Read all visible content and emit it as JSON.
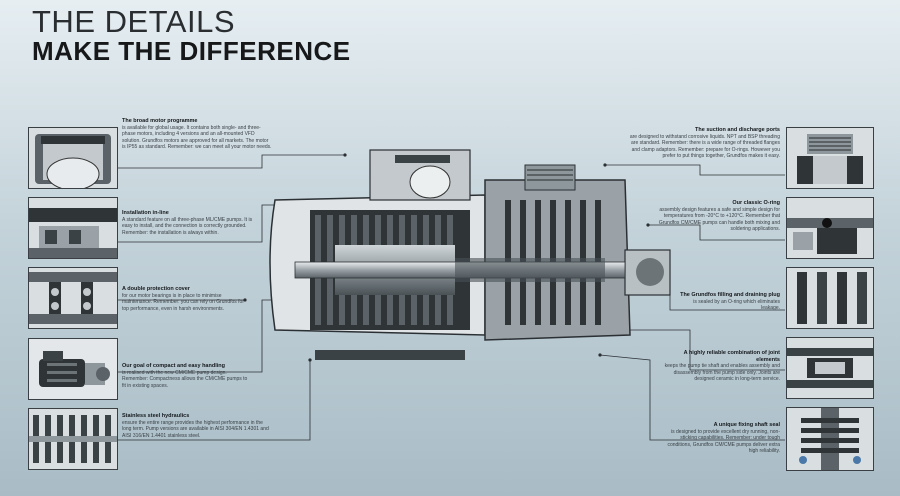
{
  "header": {
    "title_line1": "THE DETAILS",
    "title_line2": "MAKE THE DIFFERENCE"
  },
  "features_left": [
    {
      "heading": "The broad motor programme",
      "body": "is available for global usage. It contains both single- and three-phase motors, including 4 versions and an all-mounted VFD solution. Grundfos motors are approved for all markets. The motor is IP55 as standard. Remember: we can meet all your motor needs."
    },
    {
      "heading": "Installation in-line",
      "body": "A standard feature on all three-phase ML/CME pumps. It is easy to install, and the connection is correctly grounded. Remember: the installation is always within."
    },
    {
      "heading": "A double protection cover",
      "body": "for our motor bearings is in place to minimise maintenance. Remember: you can rely on Grundfos for top performance, even in harsh environments."
    },
    {
      "heading": "Our goal of compact and easy handling",
      "body": "is realised with the new CM/CME pump design. Remember: Compactness allows the CM/CME pumps to fit in existing spaces."
    },
    {
      "heading": "Stainless steel hydraulics",
      "body": "ensure the entire range provides the highest performance in the long term. Pump versions are available in AISI 304/EN 1.4301 and AISI 316/EN 1.4401 stainless steel."
    }
  ],
  "features_right": [
    {
      "heading": "The suction and discharge ports",
      "body": "are designed to withstand corrosive liquids. NPT and BSP threading are standard. Remember: there is a wide range of threaded flanges and clamp adaptors. Remember: prepare for O-rings. However you prefer to put things together, Grundfos makes it easy."
    },
    {
      "heading": "Our classic O-ring",
      "body": "assembly design features a safe and simple design for temperatures from -20°C to +120°C. Remember that Grundfos CM/CME pumps can handle both mixing and soldering applications."
    },
    {
      "heading": "The Grundfos filling and draining plug",
      "body": "is sealed by an O-ring which eliminates leakage."
    },
    {
      "heading": "A highly reliable combination of joint elements",
      "body": "keeps the pump tie shaft and enables assembly and disassembly from the pump side only. Joints are designed ceramic in long-term service."
    },
    {
      "heading": "A unique fixing shaft seal",
      "body": "is designed to provide excellent dry running, non-sticking capabilities. Remember: under tough conditions, Grundfos CM/CME pumps deliver extra high reliability."
    }
  ],
  "thumbnails_left": [
    {
      "icon": "terminal-box-icon"
    },
    {
      "icon": "cable-gland-icon"
    },
    {
      "icon": "bearing-cover-icon"
    },
    {
      "icon": "compact-pump-icon"
    },
    {
      "icon": "impeller-stack-icon"
    }
  ],
  "thumbnails_right": [
    {
      "icon": "port-thread-icon"
    },
    {
      "icon": "o-ring-icon"
    },
    {
      "icon": "drain-plug-icon"
    },
    {
      "icon": "joint-element-icon"
    },
    {
      "icon": "shaft-seal-icon"
    }
  ],
  "colors": {
    "background_top": "#e6eef2",
    "background_bottom": "#a9bcc6",
    "ink": "#1c2023",
    "metal_dark": "#3b4246",
    "metal_mid": "#8e979c",
    "metal_light": "#d7dcdf"
  }
}
